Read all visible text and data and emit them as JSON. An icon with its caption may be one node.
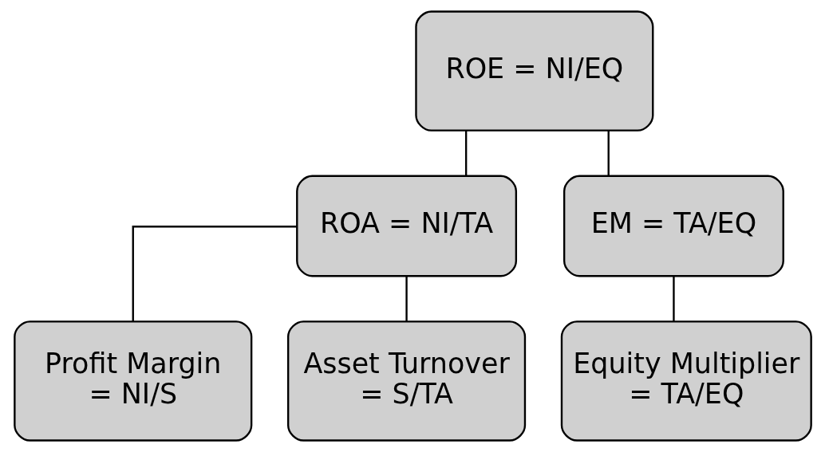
{
  "diagram": {
    "nodes": [
      {
        "text": [
          "ROE = NI/EQ"
        ]
      },
      {
        "text": [
          "ROA = NI/TA"
        ]
      },
      {
        "text": [
          "EM = TA/EQ"
        ]
      },
      {
        "text": [
          "Profit Margin = NI/S"
        ]
      },
      {
        "text": [
          "Asset Turnover = S/TA"
        ]
      },
      {
        "text": [
          "Equity Multiplier = TA/EQ"
        ]
      }
    ],
    "edges": [
      {
        "from": 0,
        "to": 1,
        "arrow": "none"
      },
      {
        "from": 0,
        "to": 2,
        "arrow": "none"
      },
      {
        "from": 1,
        "to": 3,
        "arrow": "none"
      },
      {
        "from": 1,
        "to": 4,
        "arrow": "none"
      },
      {
        "from": 2,
        "to": 5,
        "arrow": "none"
      }
    ]
  }
}
